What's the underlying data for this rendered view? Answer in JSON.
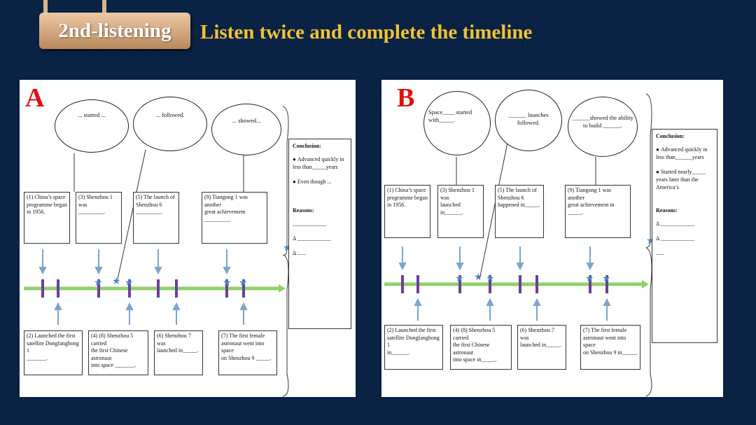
{
  "header": {
    "badge": "2nd-listening",
    "title": "Listen twice and complete the timeline"
  },
  "panelA": {
    "letter": "A",
    "bubbles": [
      "... started ...",
      "... followed.",
      "... showed..."
    ],
    "top_boxes": [
      [
        "(1) China’s space",
        "programme began",
        "in 1956."
      ],
      [
        "(3) Shenzhou 1 was",
        "_________."
      ],
      [
        "(5) The launch of",
        "Shenzhou 6",
        "_________."
      ],
      [
        "(9) Tiangong 1 was another",
        "great achievement",
        "_________."
      ]
    ],
    "bottom_boxes": [
      [
        "(2) Launched the first",
        "satellite Dongfanghong 1",
        "_______."
      ],
      [
        "(4) (8) Shenzhou 5 carried",
        "the first Chinese astronaut",
        "into space _______."
      ],
      [
        "(6) Shenzhou 7 was",
        "launched in_____."
      ],
      [
        "(7) The first female",
        "astronaut went into space",
        "on Shenzhou 9 _____."
      ]
    ],
    "side": {
      "conclusion": "Conclusion:",
      "items": [
        "Advanced quickly in less than_____years",
        "Even though ..."
      ],
      "reasons": "Reasons:",
      "lines": [
        "____________",
        "Δ ____________",
        "Δ ......"
      ]
    }
  },
  "panelB": {
    "letter": "B",
    "bubbles": [
      "Space____ started with_____.",
      "______ launches followed.",
      "______showed the ability to build ______."
    ],
    "top_boxes": [
      [
        "(1) China’s space",
        "programme began",
        "in 1956."
      ],
      [
        "(3) Shenzhou 1 was",
        "launched",
        "in______."
      ],
      [
        "(5) The launch of",
        "Shenzhou 6",
        "happened in_____."
      ],
      [
        "(9) Tiangong 1 was another",
        "great achievement in",
        "_____."
      ]
    ],
    "bottom_boxes": [
      [
        "(2) Launched the first",
        "satellite Dongfanghong 1",
        "in______."
      ],
      [
        "(4) (8) Shenzhou 5 carried",
        "the first Chinese astronaut",
        "into space in_____."
      ],
      [
        "(6) Shenzhou 7 was",
        "launched in_____."
      ],
      [
        "(7) The first female",
        "astronaut went into space",
        "on Shenzhou 9 in_____."
      ]
    ],
    "side": {
      "conclusion": "Conclusion:",
      "items": [
        "Advanced quickly in less than______years",
        "Started nearly_____ years later than the America’s"
      ],
      "reasons": "Reasons:",
      "lines": [
        "Δ ____________",
        "Δ ____________",
        "......"
      ]
    }
  },
  "colors": {
    "background": "#0a2244",
    "title": "#f2c230",
    "badge": "#c99a6c",
    "letter": "#e01010",
    "timeline": "#8ed16a",
    "tick": "#6a3fa0",
    "star": "#4a86c8"
  }
}
